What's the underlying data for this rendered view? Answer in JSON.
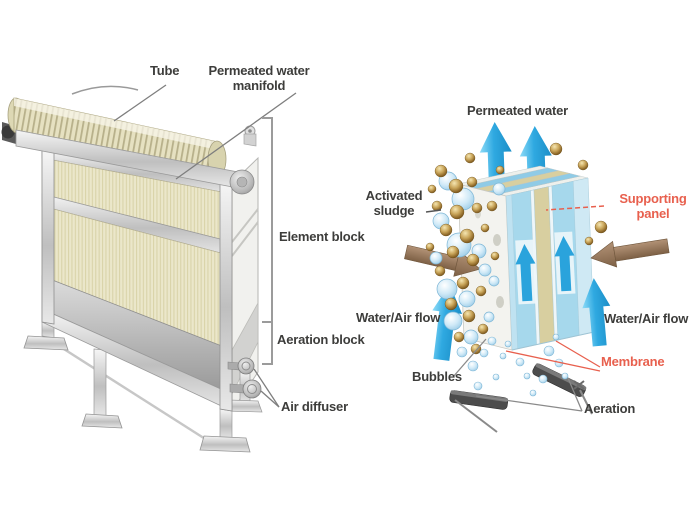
{
  "left_diagram": {
    "name": "membrane unit equipment view",
    "labels": {
      "tube": "Tube",
      "manifold": "Permeated water manifold",
      "element_block": "Element block",
      "aeration_block": "Aeration block",
      "air_diffuser": "Air diffuser"
    }
  },
  "right_diagram": {
    "name": "membrane element cutaway view",
    "labels": {
      "permeated_water": "Permeated water",
      "activated_sludge": "Activated sludge",
      "supporting_panel": "Supporting panel",
      "water_air_flow_left": "Water/Air flow",
      "water_air_flow_right": "Water/Air flow",
      "membrane": "Membrane",
      "bubbles": "Bubbles",
      "aeration": "Aeration"
    }
  },
  "colors": {
    "label_text": "#3d3d3b",
    "accent_red": "#e8604e",
    "arrow_blue": "#2fa9e1",
    "arrow_brown": "#9c7e5e",
    "panel_cream": "#ebe7ca",
    "membrane_blue": "#a6d8ec",
    "supporting_tan": "#d8cfa0",
    "metal_gray": "#c9c9c9"
  }
}
